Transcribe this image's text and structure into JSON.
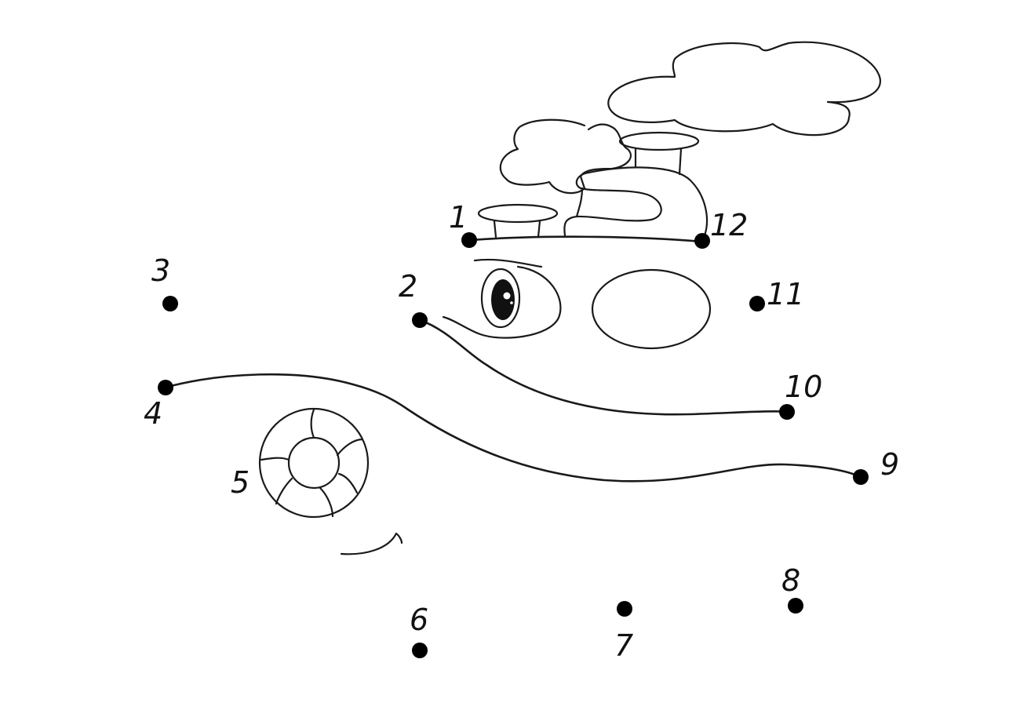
{
  "dots": [
    {
      "label": "1"
    },
    {
      "label": "2"
    },
    {
      "label": "3"
    },
    {
      "label": "4"
    },
    {
      "label": "5"
    },
    {
      "label": "6"
    },
    {
      "label": "7"
    },
    {
      "label": "8"
    },
    {
      "label": "9"
    },
    {
      "label": "10"
    },
    {
      "label": "11"
    },
    {
      "label": "12"
    }
  ],
  "colors": {
    "ink": "#1a1a1a",
    "background": "#ffffff"
  }
}
